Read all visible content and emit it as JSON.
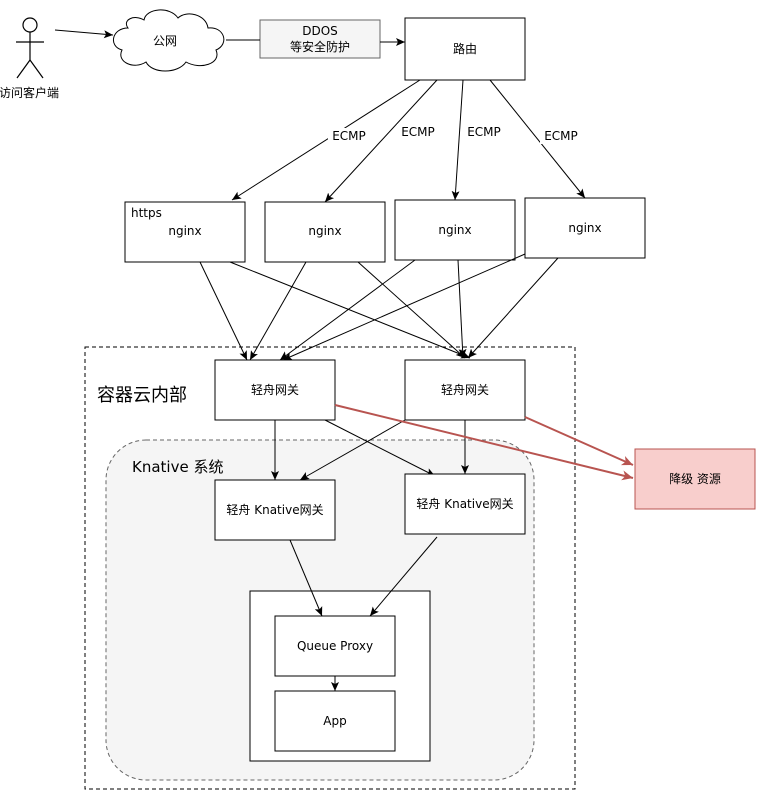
{
  "client": {
    "label": "访问客户端"
  },
  "internet": {
    "label": "公网"
  },
  "ddos": {
    "line1": "DDOS",
    "line2": "等安全防护"
  },
  "router": {
    "label": "路由"
  },
  "ecmp_label": "ECMP",
  "nginx": [
    {
      "label": "nginx",
      "tag": "https"
    },
    {
      "label": "nginx",
      "tag": ""
    },
    {
      "label": "nginx",
      "tag": ""
    },
    {
      "label": "nginx",
      "tag": ""
    }
  ],
  "container_cloud": {
    "label": "容器云内部"
  },
  "gateways": [
    {
      "label": "轻舟网关"
    },
    {
      "label": "轻舟网关"
    }
  ],
  "knative_system": {
    "label": "Knative 系统"
  },
  "knative_gateways": [
    {
      "label": "轻舟 Knative网关"
    },
    {
      "label": "轻舟 Knative网关"
    }
  ],
  "queue_proxy": {
    "label": "Queue Proxy"
  },
  "app": {
    "label": "App"
  },
  "fallback": {
    "label": "降级 资源"
  },
  "colors": {
    "fallback_fill": "#f8cecc",
    "fallback_stroke": "#b85450",
    "knative_fill": "#f5f5f5"
  }
}
